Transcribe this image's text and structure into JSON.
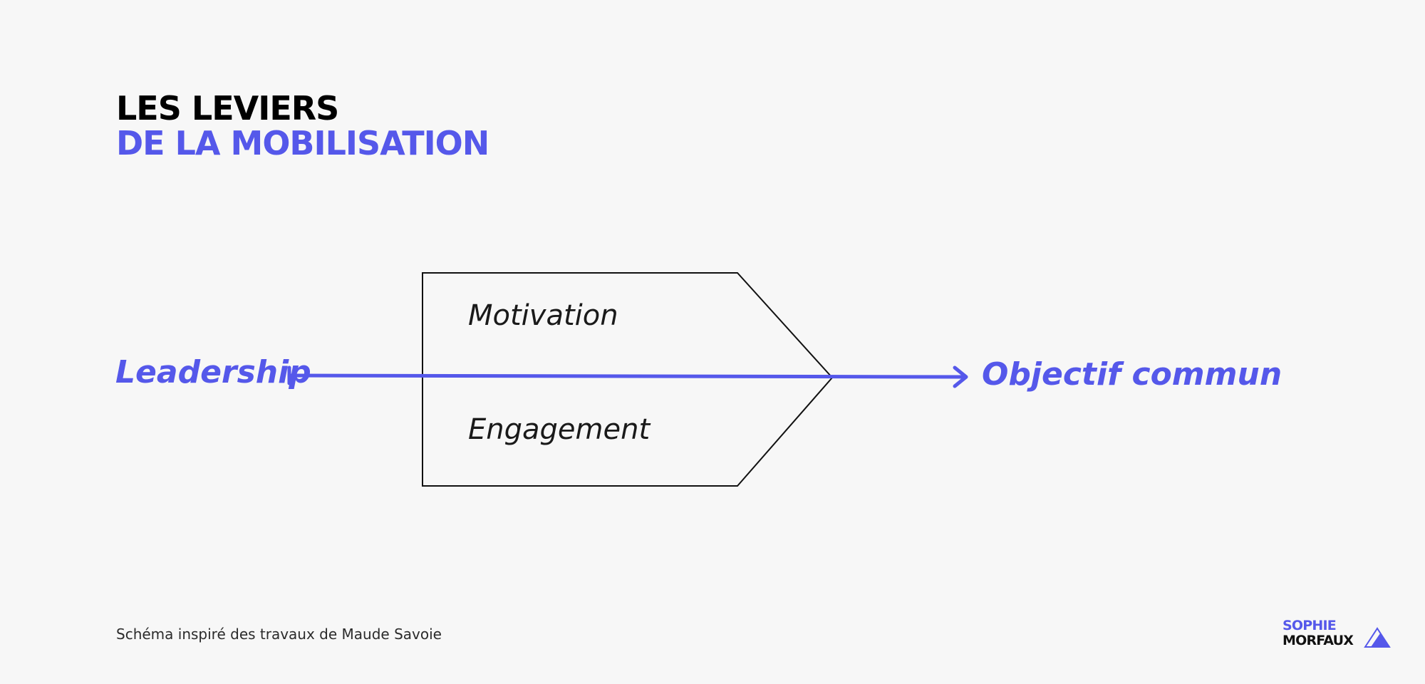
{
  "header": {
    "title_line1": "LES LEVIERS",
    "title_line2": "DE LA MOBILISATION"
  },
  "diagram": {
    "left_label": "Leadership",
    "right_label": "Objectif commun",
    "box_labels": [
      "Motivation",
      "Engagement"
    ]
  },
  "footer": {
    "caption": "Schéma inspiré des travaux de Maude Savoie",
    "logo_line1": "SOPHIE",
    "logo_line2": "MORFAUX"
  },
  "colors": {
    "accent": "#5558ea",
    "text": "#000000",
    "background": "#f7f7f7"
  }
}
